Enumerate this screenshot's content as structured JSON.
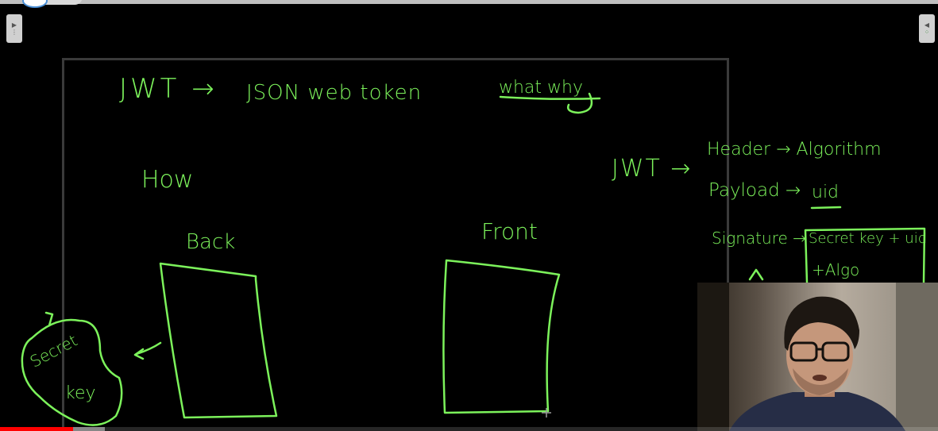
{
  "whiteboard": {
    "line1": {
      "jwt": "JWT →",
      "json_web_token": "JSON web token",
      "what_why": "what why"
    },
    "how": "How",
    "back_label": "Back",
    "front_label": "Front",
    "secret_key": {
      "line1": "Secret",
      "line2": "key"
    },
    "jwt_breakdown": {
      "prefix": "JWT →",
      "header": "Header → Algorithm",
      "payload_label": "Payload →",
      "payload_value": "uid",
      "signature_label": "Signature →",
      "signature_box_line1": "Secret key + uid",
      "signature_box_line2": "+Algo"
    }
  },
  "player": {
    "progress_fraction": 0.078,
    "buffer_fraction": 0.112,
    "progress_color": "#ff0000"
  },
  "colors": {
    "ink": "#7cf25b",
    "board_border": "#3a3a3a",
    "background": "#000000"
  },
  "icons": {
    "left_tab": "collapse-left-icon",
    "right_tab": "collapse-right-icon",
    "presenter": "webcam-person"
  }
}
